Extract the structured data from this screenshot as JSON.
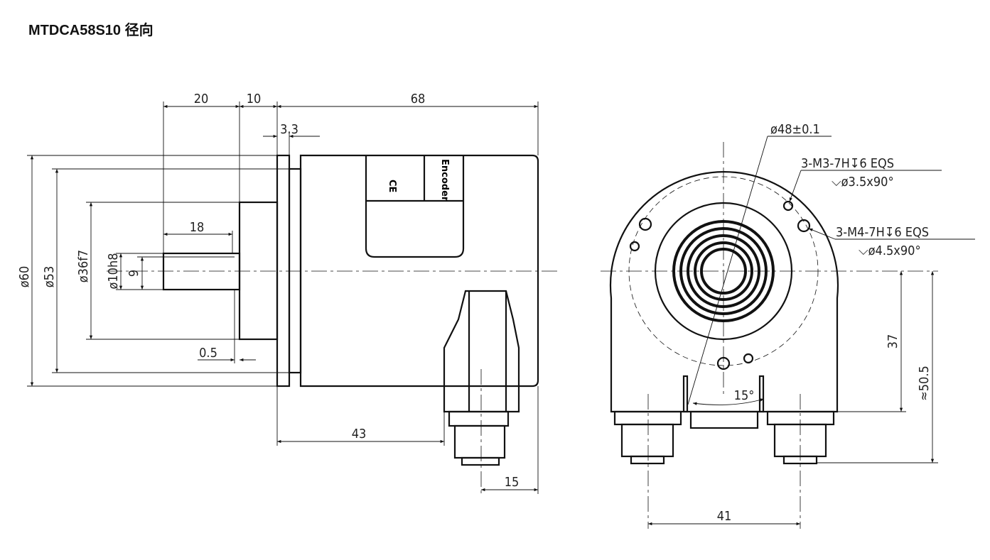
{
  "title": "MTDCA58S10 径向",
  "side_view": {
    "dims": {
      "shaft_len": "20",
      "hub_len": "10",
      "body_len": "68",
      "flange": "3.3",
      "shaft_flat": "18",
      "gap": "0.5",
      "connector_pos": "43",
      "connector_offset": "15",
      "dia_60": "ø60",
      "dia_53": "ø53",
      "dia_36": "ø36f7",
      "dia_10": "ø10h8",
      "flat_9": "9"
    },
    "label_marks": {
      "ce": "CE",
      "brand": "Encoder"
    }
  },
  "front_view": {
    "dims": {
      "pcd": "ø48±0.1",
      "m3_holes": "3-M3-7H↧6 EQS",
      "m3_csk": "⌵ø3.5x90°",
      "m4_holes": "3-M4-7H↧6 EQS",
      "m4_csk": "⌵ø4.5x90°",
      "height_37": "37",
      "height_50": "≈50.5",
      "width_41": "41",
      "angle": "15°"
    }
  }
}
